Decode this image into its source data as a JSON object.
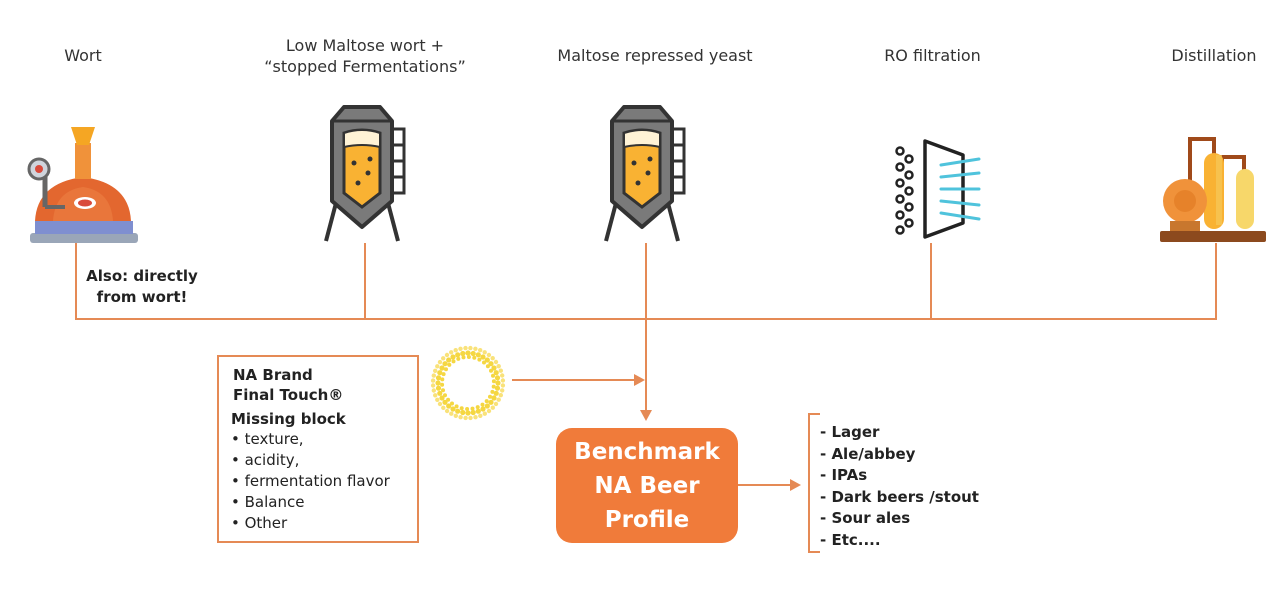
{
  "stages": [
    {
      "label_line1": "Wort",
      "label_line2": "",
      "icon": "brew-kettle-icon"
    },
    {
      "label_line1": "Low Maltose wort +",
      "label_line2": "“stopped Fermentations”",
      "icon": "fermenter-tank-icon"
    },
    {
      "label_line1": "Maltose repressed yeast",
      "label_line2": "",
      "icon": "fermenter-tank-icon"
    },
    {
      "label_line1": "RO filtration",
      "label_line2": "",
      "icon": "filtration-membrane-icon"
    },
    {
      "label_line1": "Distillation",
      "label_line2": "",
      "icon": "distillation-still-icon"
    }
  ],
  "wort_note": {
    "line1": "Also: directly",
    "line2": "from wort!"
  },
  "final_touch_box": {
    "title1": "NA Brand",
    "title2": "Final Touch®",
    "subtitle": "Missing block",
    "items": [
      "• texture,",
      "• acidity,",
      "• fermentation flavor",
      "• Balance",
      "• Other"
    ]
  },
  "sun_icon": "sunburst-icon",
  "benchmark": {
    "line1": "Benchmark",
    "line2": "NA Beer",
    "line3": "Profile"
  },
  "beer_styles": [
    "- Lager",
    "- Ale/abbey",
    "- IPAs",
    "- Dark beers /stout",
    "- Sour ales",
    "- Etc...."
  ],
  "colors": {
    "connector": "#e58a55",
    "accent": "#f07b3a",
    "tank_body": "#7a7a7a",
    "beer": "#f9b233",
    "membrane": "#4fc3dc"
  }
}
